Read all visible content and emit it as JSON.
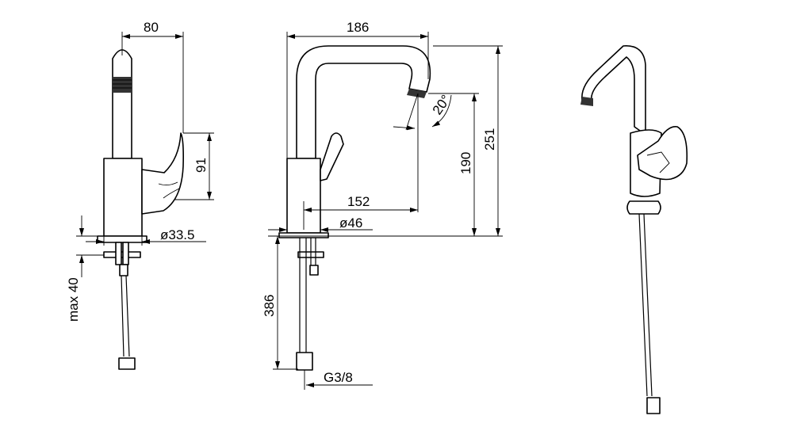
{
  "dimensions": {
    "side_spout_offset": "80",
    "handle_height": "91",
    "base_diameter_side": "ø33.5",
    "max_deck_thickness": "max 40",
    "total_width": "186",
    "total_height": "251",
    "spout_height": "190",
    "spout_angle": "20°",
    "spout_reach": "152",
    "base_diameter_front": "ø46",
    "hose_length": "386",
    "hose_thread": "G3/8"
  }
}
